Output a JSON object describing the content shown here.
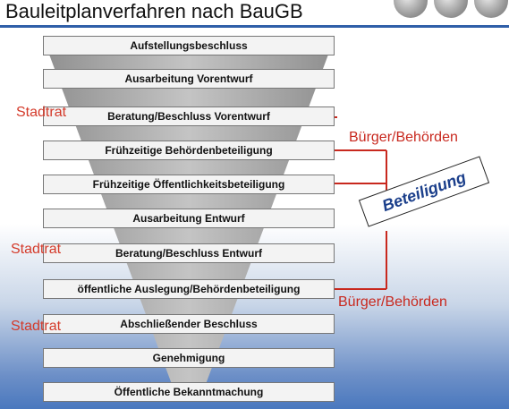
{
  "title": "Bauleitplanverfahren nach BauGB",
  "steps": [
    "Aufstellungsbeschluss",
    "Ausarbeitung Vorentwurf",
    "Beratung/Beschluss Vorentwurf",
    "Frühzeitige Behördenbeteiligung",
    "Frühzeitige Öffentlichkeitsbeteiligung",
    "Ausarbeitung Entwurf",
    "Beratung/Beschluss Entwurf",
    "öffentliche Auslegung/Behördenbeteiligung",
    "Abschließender Beschluss",
    "Genehmigung",
    "Öffentliche Bekanntmachung"
  ],
  "stadtrat": [
    "Stadtrat",
    "Stadtrat",
    "Stadtrat"
  ],
  "participants": [
    "Bürger/Behörden",
    "Bürger/Behörden"
  ],
  "beteiligung": "Beteiligung",
  "colors": {
    "accent_red": "#c8281e",
    "title_rule": "#2f5fa8",
    "funnel": "#a8a8a8"
  }
}
